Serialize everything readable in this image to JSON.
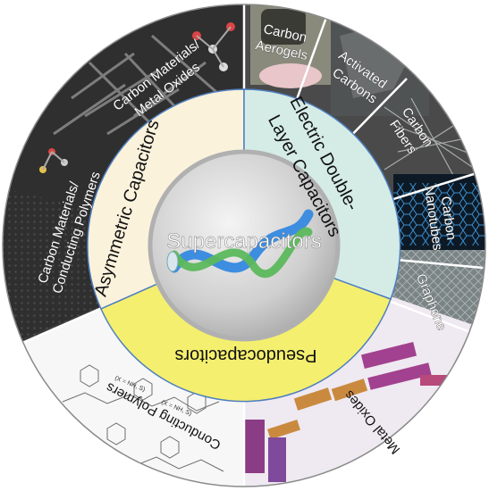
{
  "center": {
    "title": "Supercapacitors",
    "icon": "twisted-fiber-icon",
    "colors": {
      "ring": "#b0b0b0",
      "fill_light": "#f2f2f2",
      "fill_dark": "#9a9a9a"
    }
  },
  "categories": [
    {
      "id": "asymmetric",
      "label": "Asymmetric Capacitors",
      "color": "#fbf2dc"
    },
    {
      "id": "edlc",
      "label_line1": "Electric Double-",
      "label_line2": "Layer Capacitors",
      "color": "#d5ece6"
    },
    {
      "id": "pseudo",
      "label": "Pseudocapacitors",
      "color": "#f4ef6e"
    }
  ],
  "materials": [
    {
      "id": "carbon-aerogels",
      "line1": "Carbon",
      "line2": "Aerogels"
    },
    {
      "id": "activated-carbons",
      "line1": "Activated",
      "line2": "Carbons"
    },
    {
      "id": "carbon-fibers",
      "line1": "Carbon",
      "line2": "Fibers"
    },
    {
      "id": "carbon-nanotubes",
      "line1": "Carbon",
      "line2": "Nanotubes"
    },
    {
      "id": "graphene",
      "line1": "Graphene"
    },
    {
      "id": "metal-oxides",
      "line1": "Metal Oxides"
    },
    {
      "id": "conducting-polymers",
      "line1": "Conducting Polymers"
    },
    {
      "id": "carbon-conducting-polymers",
      "line1": "Carbon Materials/",
      "line2": "Conducting Polymers"
    },
    {
      "id": "carbon-metal-oxides",
      "line1": "Carbon Materials/",
      "line2": "Metal Oxides"
    }
  ],
  "polymer_annotations": [
    "(X = NH, S)",
    "(X = NH, S)"
  ],
  "divider_color": "#4f7fc0"
}
